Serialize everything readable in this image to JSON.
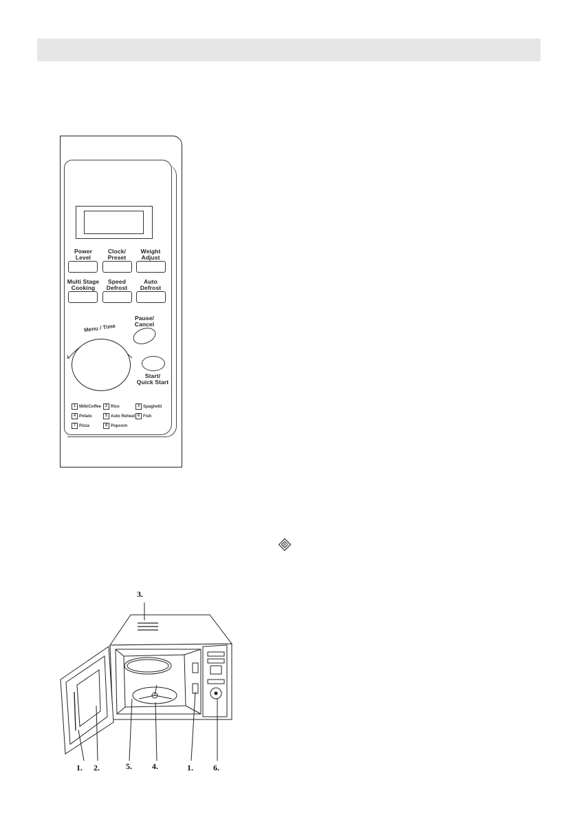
{
  "control_panel": {
    "buttons": [
      {
        "label": "Power\nLevel"
      },
      {
        "label": "Clock/\nPreset"
      },
      {
        "label": "Weight\nAdjust"
      },
      {
        "label": "Multi Stage\nCooking"
      },
      {
        "label": "Speed\nDefrost"
      },
      {
        "label": "Auto\nDefrost"
      }
    ],
    "pause_cancel_label": "Pause/\nCancel",
    "dial_label": "Menu / Time",
    "start_label": "Start/\nQuick Start",
    "menu_legend": [
      {
        "num": "1",
        "label": "Milk/Coffee"
      },
      {
        "num": "2",
        "label": "Rice"
      },
      {
        "num": "3",
        "label": "Spaghetti"
      },
      {
        "num": "4",
        "label": "Potato"
      },
      {
        "num": "5",
        "label": "Auto Reheat"
      },
      {
        "num": "6",
        "label": "Fish"
      },
      {
        "num": "7",
        "label": "Pizza"
      },
      {
        "num": "8",
        "label": "Popcorn"
      }
    ]
  },
  "symbol_icon": "microwave-symbol-icon",
  "oven_diagram": {
    "callouts": [
      "3.",
      "1.",
      "2.",
      "5.",
      "4.",
      "1.",
      "6."
    ]
  }
}
